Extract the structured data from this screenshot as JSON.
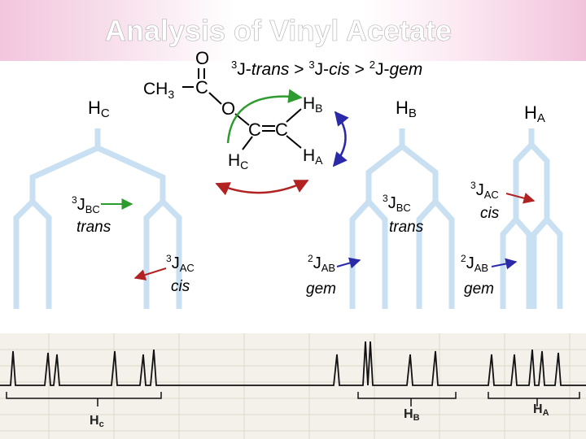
{
  "title": "Analysis of Vinyl Acetate",
  "rule": {
    "pre1": "3",
    "t1": "J-",
    "w1": "trans",
    "sep1": " > ",
    "pre2": "3",
    "t2": "J-",
    "w2": "cis",
    "sep2": " > ",
    "pre3": "2",
    "t3": "J-",
    "w3": "gem"
  },
  "molecule": {
    "o_carbonyl": "O",
    "ch": "CH",
    "ch_sub": "3",
    "c_carbonyl": "C",
    "o_ester": "O",
    "c1": "C",
    "c2": "C",
    "hb_h": "H",
    "hb_sub": "B",
    "ha_h": "H",
    "ha_sub": "A",
    "hc_h": "H",
    "hc_sub": "C"
  },
  "proton_labels": {
    "hc": {
      "h": "H",
      "sub": "C"
    },
    "hb": {
      "h": "H",
      "sub": "B"
    },
    "ha": {
      "h": "H",
      "sub": "A"
    }
  },
  "couplings": {
    "hc_trans": {
      "pre": "3",
      "j": "J",
      "sub": "BC",
      "word": "trans"
    },
    "hc_cis": {
      "pre": "3",
      "j": "J",
      "sub": "AC",
      "word": "cis"
    },
    "hb_trans": {
      "pre": "3",
      "j": "J",
      "sub": "BC",
      "word": "trans"
    },
    "hb_gem": {
      "pre": "2",
      "j": "J",
      "sub": "AB",
      "word": "gem"
    },
    "ha_cis": {
      "pre": "3",
      "j": "J",
      "sub": "AC",
      "word": "cis"
    },
    "ha_gem": {
      "pre": "2",
      "j": "J",
      "sub": "AB",
      "word": "gem"
    }
  },
  "spectrum_labels": {
    "hc": {
      "h": "H",
      "sub": "c"
    },
    "hb": {
      "h": "H",
      "sub": "B"
    },
    "ha": {
      "h": "H",
      "sub": "A"
    }
  },
  "colors": {
    "tree": "#c9e0f2",
    "arrow_red": "#b22222",
    "arrow_blue": "#2a2aa8",
    "arrow_green": "#2e9b2e"
  }
}
